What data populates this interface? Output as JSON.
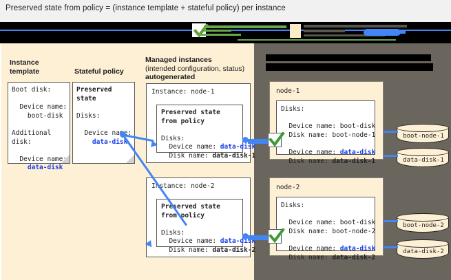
{
  "caption": "Preserved state from policy = (instance template + stateful policy) per instance",
  "legend": {
    "redacted": true,
    "items": [
      "blue-line",
      "green-check",
      "green-line",
      "cream-box",
      "gray-line",
      "blue-pill"
    ]
  },
  "colors": {
    "cream": "#fdf0d5",
    "gray_panel": "#6b665d",
    "blue": "#4285f4",
    "blue_text": "#1a40e8",
    "green": "#6aa84f",
    "black": "#000000"
  },
  "left_panel": {
    "columns": [
      {
        "heading_line1": "Instance",
        "heading_line2": "template",
        "doc_lines": [
          "Boot disk:",
          "",
          "  Device name:",
          "    boot-disk",
          "",
          "Additional",
          "disk:",
          "",
          "  Device name:",
          "    data-disk"
        ]
      },
      {
        "heading_line1": "Stateful policy",
        "heading_line2": "",
        "doc_lines": [
          "Preserved",
          "state",
          "",
          "Disks:",
          "",
          "  Device name:",
          "    data-disk"
        ]
      }
    ],
    "managed": {
      "heading_line1": "Managed instances",
      "heading_line2": "(intended configuration, status)",
      "heading_line3": "autogenerated",
      "instances": [
        {
          "title": "Instance: node-1",
          "inner_title_1": "Preserved state",
          "inner_title_2": "from policy",
          "disks_label": "Disks:",
          "device_label": "  Device name: ",
          "device_value": "data-disk",
          "diskname_label": "  Disk name: ",
          "diskname_value": "data-disk-1"
        },
        {
          "title": "Instance: node-2",
          "inner_title_1": "Preserved state",
          "inner_title_2": "from policy",
          "disks_label": "Disks:",
          "device_label": "  Device name: ",
          "device_value": "data-disk",
          "diskname_label": "  Disk name: ",
          "diskname_value": "data-disk-2"
        }
      ]
    }
  },
  "right_panel": {
    "header_redacted": true,
    "nodes": [
      {
        "title": "node-1",
        "disks_label": "Disks:",
        "boot_device_label": "  Device name: ",
        "boot_device_value": "boot-disk",
        "boot_diskname_label": "  Disk name: ",
        "boot_diskname_value": "boot-node-1",
        "data_device_label": "  Device name: ",
        "data_device_value": "data-disk",
        "data_diskname_label": "  Disk name: ",
        "data_diskname_value": "data-disk-1"
      },
      {
        "title": "node-2",
        "disks_label": "Disks:",
        "boot_device_label": "  Device name: ",
        "boot_device_value": "boot-disk",
        "boot_diskname_label": "  Disk name: ",
        "boot_diskname_value": "boot-node-2",
        "data_device_label": "  Device name: ",
        "data_device_value": "data-disk",
        "data_diskname_label": "  Disk name: ",
        "data_diskname_value": "data-disk-2"
      }
    ],
    "cylinders": [
      {
        "label": "boot-node-1"
      },
      {
        "label": "data-disk-1"
      },
      {
        "label": "boot-node-2"
      },
      {
        "label": "data-disk-2"
      }
    ]
  }
}
